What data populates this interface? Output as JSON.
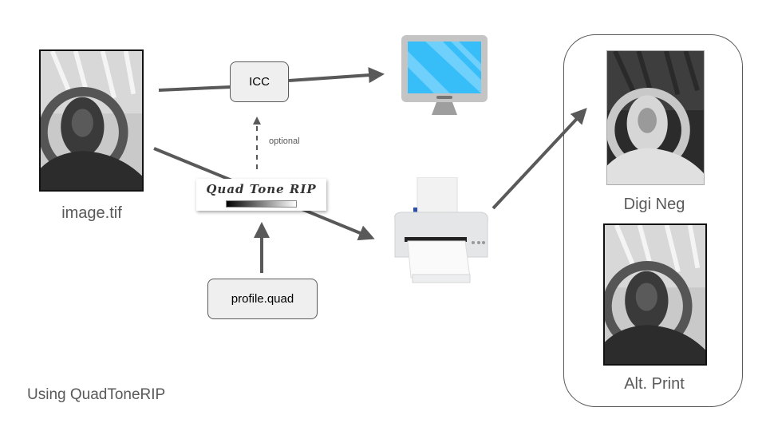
{
  "source": {
    "caption": "image.tif",
    "image": "buddha-statue-photo-positive"
  },
  "icc_box": {
    "label": "ICC"
  },
  "optional_note": "optional",
  "quadtone_logo": {
    "title": "Quad Tone RIP",
    "gradient": [
      "#000000",
      "#ffffff"
    ]
  },
  "profile_box": {
    "label": "profile.quad"
  },
  "monitor": {
    "icon": "monitor-icon",
    "screen_color": "#37bdf8",
    "screen_stripe_color": "#6fd0fb",
    "frame_color": "#c4c4c4"
  },
  "printer": {
    "icon": "printer-icon"
  },
  "outputs": [
    {
      "caption": "Digi Neg",
      "image": "buddha-statue-photo-negative"
    },
    {
      "caption": "Alt. Print",
      "image": "buddha-statue-photo-positive"
    }
  ],
  "footer": "Using QuadToneRIP",
  "colors": {
    "arrow": "#595959",
    "text": "#595959",
    "box_fill": "#efefef"
  }
}
